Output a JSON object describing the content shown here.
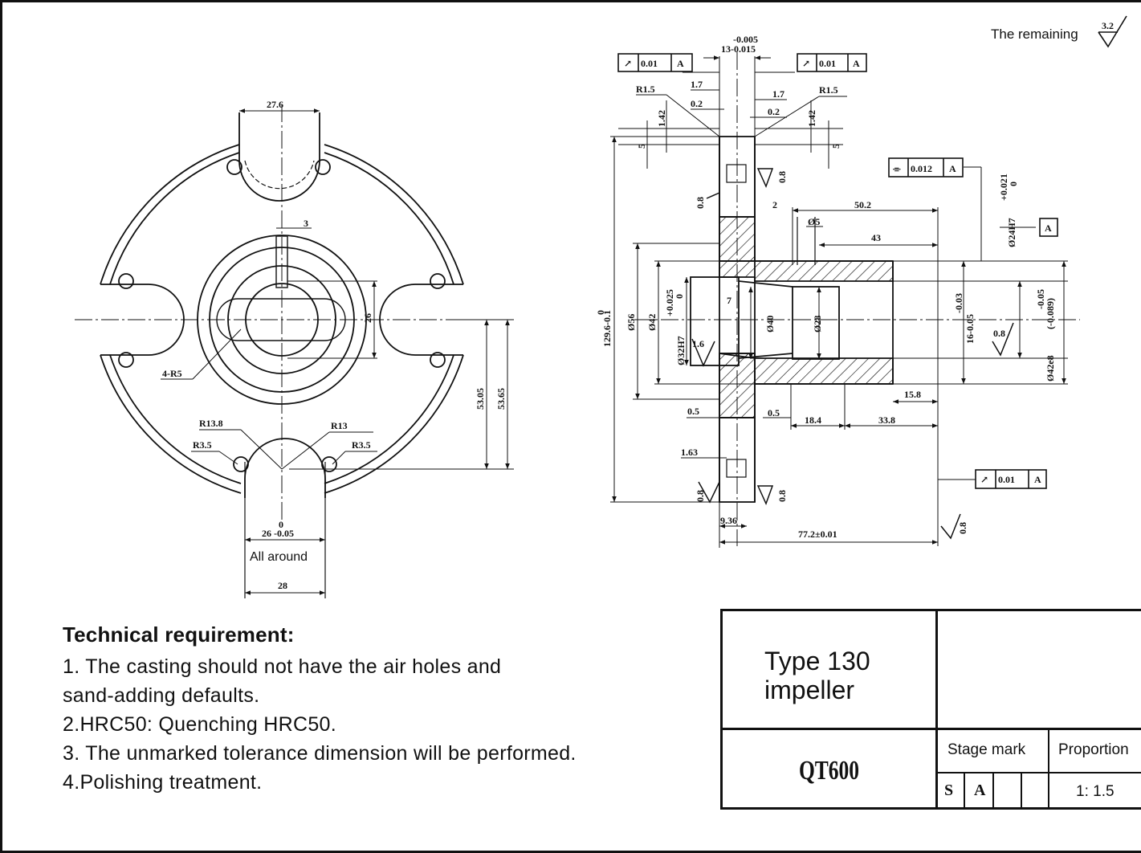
{
  "surface_note": {
    "label": "The remaining",
    "roughness": "3.2"
  },
  "left_view": {
    "dims": {
      "top_slot_width": "27.6",
      "key_width": "3",
      "key_height": "26",
      "corner_radius": "4-R5",
      "depth_inner": "53.05",
      "depth_outer": "53.65",
      "r_left_large": "R13.8",
      "r_right_large": "R13",
      "r_left_small": "R3.5",
      "r_right_small": "R3.5",
      "bottom_slot_nominal": "26",
      "bottom_slot_tol_upper": "0",
      "bottom_slot_tol_lower": "-0.05",
      "all_around": "All around",
      "bottom_overall": "28"
    }
  },
  "section_view": {
    "runout_box_left": {
      "symbol": "↗",
      "value": "0.01",
      "datum": "A"
    },
    "runout_box_right": {
      "symbol": "↗",
      "value": "0.01",
      "datum": "A"
    },
    "runout_box_bottom": {
      "symbol": "↗",
      "value": "0.01",
      "datum": "A"
    },
    "symmetry_box": {
      "symbol": "⌯",
      "value": "0.012",
      "datum": "A"
    },
    "datum_label": "A",
    "dims": {
      "web_tol_upper": "-0.005",
      "web_tol_lower": "13-0.015",
      "r_left": "R1.5",
      "r_right": "R1.5",
      "d17_left": "1.7",
      "d17_right": "1.7",
      "d02_left": "0.2",
      "d02_right": "0.2",
      "d142_left": "1.42",
      "d142_right": "1.42",
      "d5_left": "5",
      "d5_right": "5",
      "rough_08": "0.8",
      "rough_16": "1.6",
      "d2": "2",
      "d502": "50.2",
      "d05dia": "Ø5",
      "d43": "43",
      "overall_height": "129.6-0.1",
      "overall_height_upper": "0",
      "dia56": "Ø56",
      "dia42": "Ø42",
      "bore32_upper": "+0.025",
      "bore32_lower": "0",
      "bore32": "Ø32H7",
      "d7": "7",
      "dia40": "Ø40",
      "dia28": "Ø28",
      "key16_upper": "-0.03",
      "key16": "16-0.05",
      "bore24_upper": "+0.021",
      "bore24_lower": "0",
      "bore24": "Ø24H7",
      "shaft42_upper": "-0.05",
      "shaft42_lower": "(-0.089)",
      "shaft42": "Ø42e8",
      "d05a": "0.5",
      "d05b": "0.5",
      "d158": "15.8",
      "d184": "18.4",
      "d338": "33.8",
      "d163": "1.63",
      "d936": "9.36",
      "overall_length": "77.2±0.01"
    }
  },
  "tech_requirements": {
    "title": "Technical requirement:",
    "items": [
      "1. The casting should not have the air holes and",
      "sand-adding defaults.",
      "2.HRC50: Quenching HRC50.",
      "3. The unmarked tolerance dimension will be performed.",
      "4.Polishing treatment."
    ]
  },
  "title_block": {
    "part_name_line1": "Type 130",
    "part_name_line2": "impeller",
    "material": "QT600",
    "stage_mark_label": "Stage mark",
    "proportion_label": "Proportion",
    "stage_cells": [
      "S",
      "A",
      "",
      ""
    ],
    "proportion_value": "1: 1.5"
  }
}
